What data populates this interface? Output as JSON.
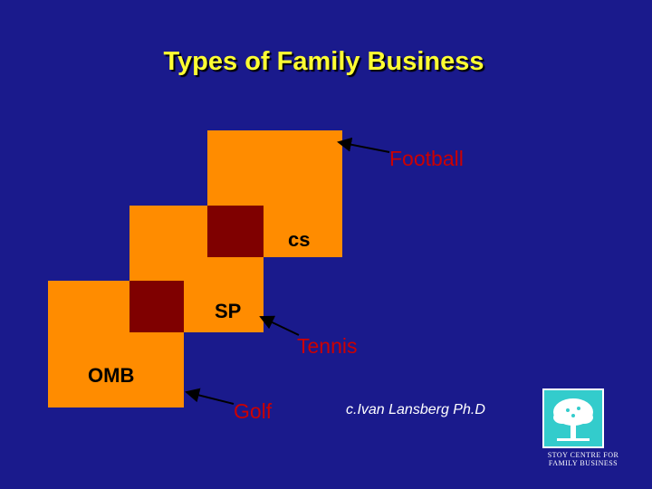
{
  "title": "Types of Family Business",
  "labels": {
    "football": "Football",
    "cs": "cs",
    "sp": "SP",
    "tennis": "Tennis",
    "omb": "OMB",
    "golf": "Golf"
  },
  "credit": "c.Ivan Lansberg Ph.D",
  "logo": {
    "line1": "STOY CENTRE FOR",
    "line2": "FAMILY BUSINESS"
  },
  "colors": {
    "background": "#1a1a8c",
    "square": "#ff8c00",
    "overlap": "#7f0000",
    "title": "#ffff33",
    "red_label": "#cc0000"
  }
}
